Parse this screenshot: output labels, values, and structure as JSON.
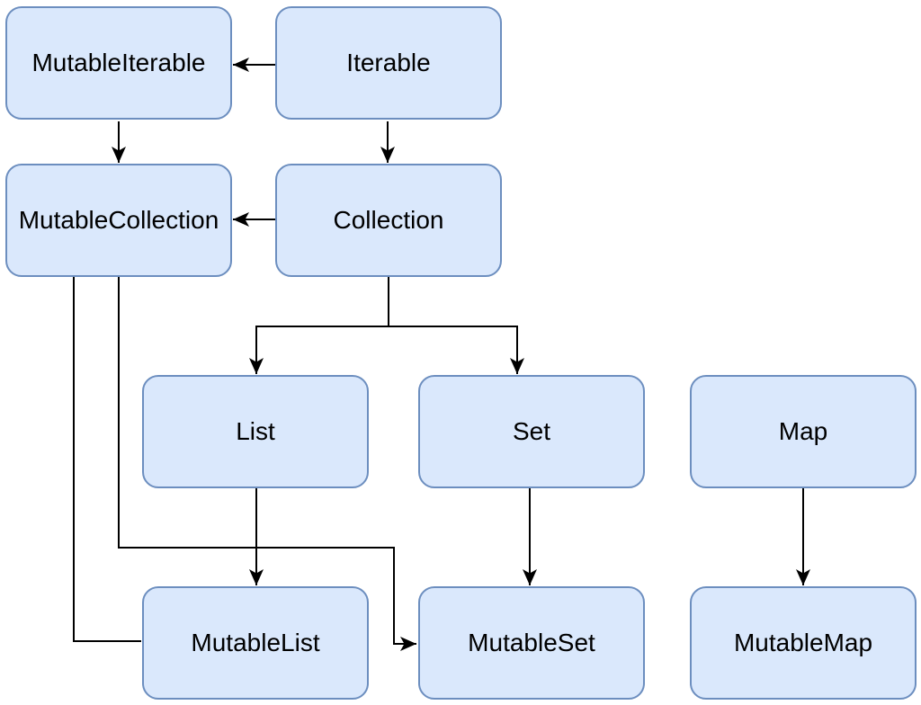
{
  "diagram": {
    "background_color": "#ffffff",
    "node_fill_color": "#dae8fc",
    "node_border_color": "#6c8ebf",
    "edge_color": "#000000",
    "nodes": [
      {
        "id": "mutable-iterable",
        "label": "MutableIterable"
      },
      {
        "id": "iterable",
        "label": "Iterable"
      },
      {
        "id": "mutable-collection",
        "label": "MutableCollection"
      },
      {
        "id": "collection",
        "label": "Collection"
      },
      {
        "id": "list",
        "label": "List"
      },
      {
        "id": "set",
        "label": "Set"
      },
      {
        "id": "map",
        "label": "Map"
      },
      {
        "id": "mutable-list",
        "label": "MutableList"
      },
      {
        "id": "mutable-set",
        "label": "MutableSet"
      },
      {
        "id": "mutable-map",
        "label": "MutableMap"
      }
    ],
    "edges": [
      {
        "from": "Iterable",
        "to": "MutableIterable",
        "arrowhead": true
      },
      {
        "from": "MutableIterable",
        "to": "MutableCollection",
        "arrowhead": true
      },
      {
        "from": "Iterable",
        "to": "Collection",
        "arrowhead": true
      },
      {
        "from": "Collection",
        "to": "MutableCollection",
        "arrowhead": true
      },
      {
        "from": "Collection",
        "to": "List",
        "arrowhead": true
      },
      {
        "from": "Collection",
        "to": "Set",
        "arrowhead": true
      },
      {
        "from": "List",
        "to": "MutableList",
        "arrowhead": true
      },
      {
        "from": "Set",
        "to": "MutableSet",
        "arrowhead": true
      },
      {
        "from": "Map",
        "to": "MutableMap",
        "arrowhead": true
      },
      {
        "from": "MutableCollection",
        "to": "MutableList",
        "arrowhead": false
      },
      {
        "from": "MutableCollection",
        "to": "MutableSet",
        "arrowhead": true
      }
    ]
  }
}
